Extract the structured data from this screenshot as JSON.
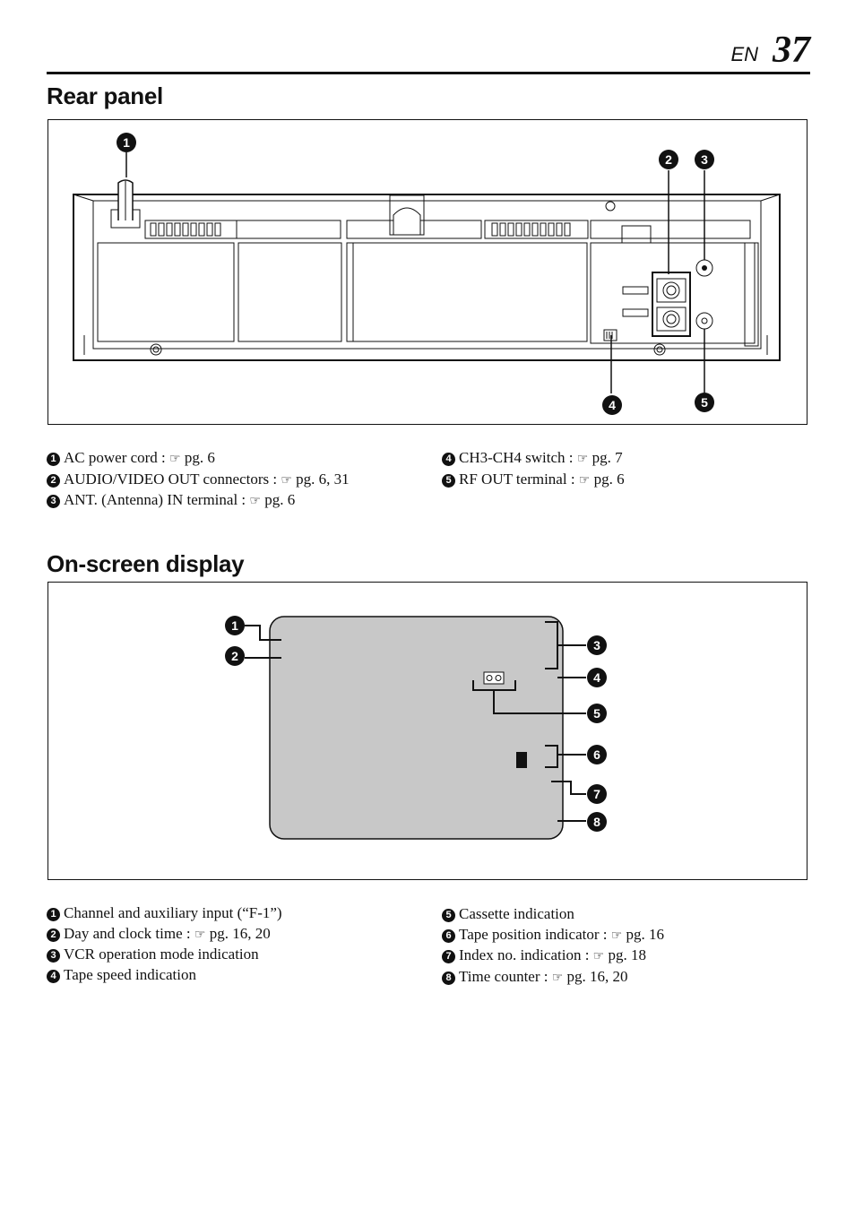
{
  "header": {
    "lang": "EN",
    "page_number": "37"
  },
  "rear_panel": {
    "title": "Rear panel",
    "callouts": [
      "1",
      "2",
      "3",
      "4",
      "5"
    ],
    "legend_left": [
      {
        "n": "1",
        "text": "AC power cord : ",
        "ref": "pg. 6"
      },
      {
        "n": "2",
        "text": "AUDIO/VIDEO OUT connectors : ",
        "ref": "pg. 6, 31"
      },
      {
        "n": "3",
        "text": "ANT. (Antenna) IN terminal : ",
        "ref": "pg. 6"
      }
    ],
    "legend_right": [
      {
        "n": "4",
        "text": "CH3-CH4 switch : ",
        "ref": "pg. 7"
      },
      {
        "n": "5",
        "text": "RF OUT terminal : ",
        "ref": "pg. 6"
      }
    ]
  },
  "on_screen": {
    "title": "On-screen display",
    "callouts": [
      "1",
      "2",
      "3",
      "4",
      "5",
      "6",
      "7",
      "8"
    ],
    "legend_left": [
      {
        "n": "1",
        "text": "Channel and auxiliary input (“F-1”)",
        "ref": ""
      },
      {
        "n": "2",
        "text": "Day and clock time : ",
        "ref": "pg. 16, 20"
      },
      {
        "n": "3",
        "text": "VCR operation mode indication",
        "ref": ""
      },
      {
        "n": "4",
        "text": "Tape speed indication",
        "ref": ""
      }
    ],
    "legend_right": [
      {
        "n": "5",
        "text": "Cassette indication",
        "ref": ""
      },
      {
        "n": "6",
        "text": "Tape position indicator : ",
        "ref": "pg. 16"
      },
      {
        "n": "7",
        "text": "Index no. indication : ",
        "ref": "pg. 18"
      },
      {
        "n": "8",
        "text": "Time counter : ",
        "ref": "pg. 16, 20"
      }
    ]
  },
  "icons": {
    "reference": "pointing-hand-icon",
    "cassette": "cassette-icon"
  },
  "colors": {
    "screen_fill": "#c8c8c8",
    "ink": "#111111"
  }
}
